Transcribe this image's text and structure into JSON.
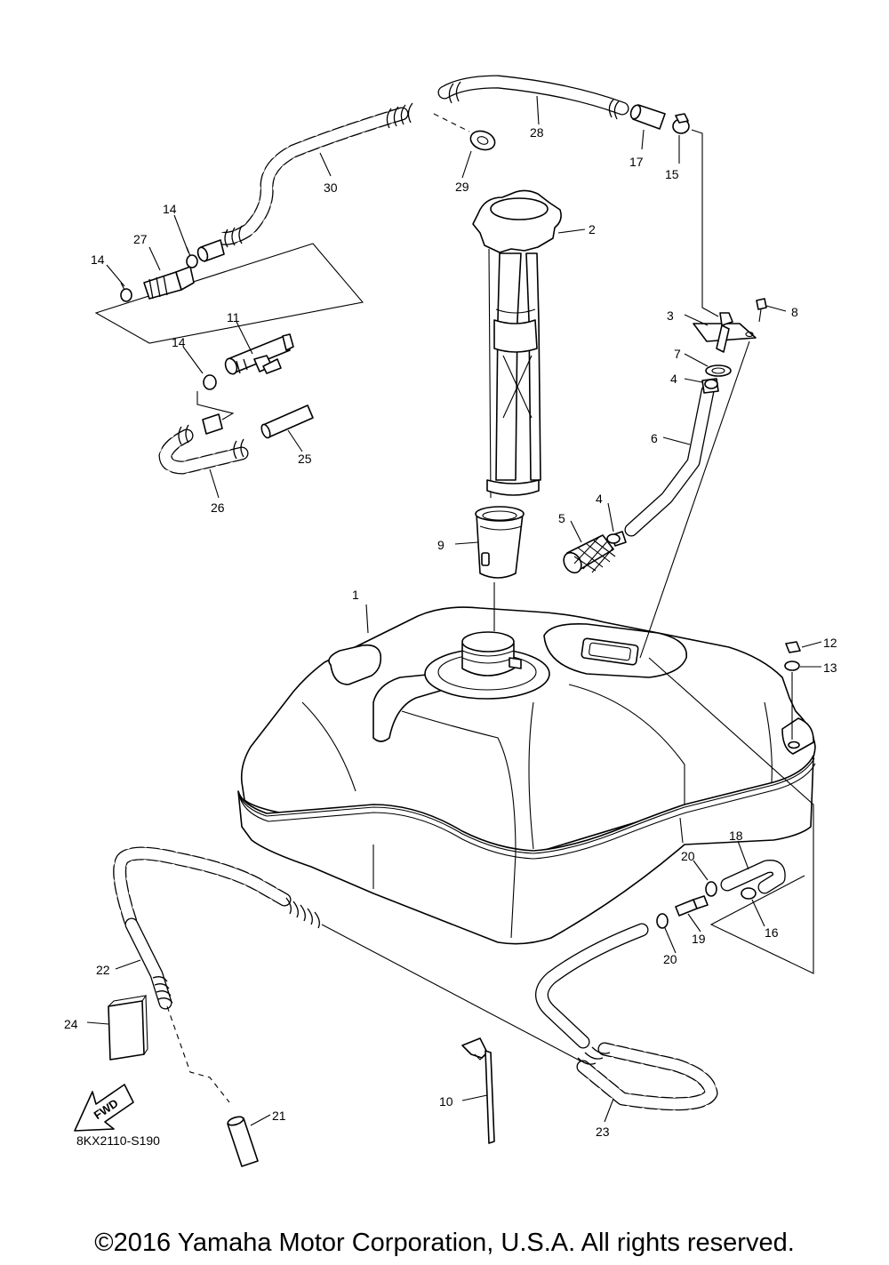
{
  "diagram": {
    "code": "8KX2110-S190",
    "fwd_label": "FWD",
    "callouts": [
      "1",
      "2",
      "3",
      "4",
      "4",
      "5",
      "6",
      "7",
      "8",
      "9",
      "10",
      "11",
      "12",
      "13",
      "14",
      "14",
      "14",
      "15",
      "16",
      "17",
      "18",
      "19",
      "20",
      "20",
      "21",
      "22",
      "23",
      "24",
      "25",
      "26",
      "27",
      "28",
      "29",
      "30"
    ]
  },
  "footer": {
    "copyright": "©2016 Yamaha Motor Corporation, U.S.A. All rights reserved."
  }
}
